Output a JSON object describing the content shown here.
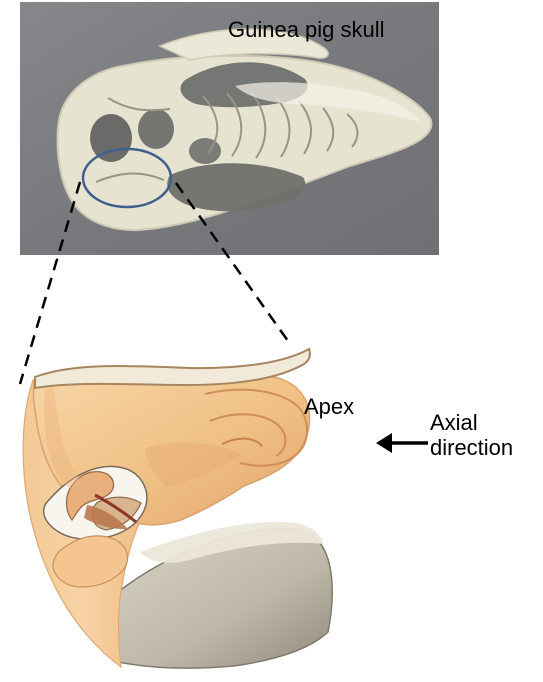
{
  "labels": {
    "skull": "Guinea pig skull",
    "apex": "Apex",
    "axial_line1": "Axial",
    "axial_line2": "direction"
  },
  "colors": {
    "photo_background": "#7a7c80",
    "bone": "#e8e4d2",
    "bone_shadow": "#8d8a7e",
    "cochlea": "#f2c58e",
    "cochlea_shadow": "#d79b5e",
    "membrane": "#b98f67",
    "circle": "#3f5f8f"
  },
  "icons": {
    "arrow": "left-arrow-icon"
  }
}
